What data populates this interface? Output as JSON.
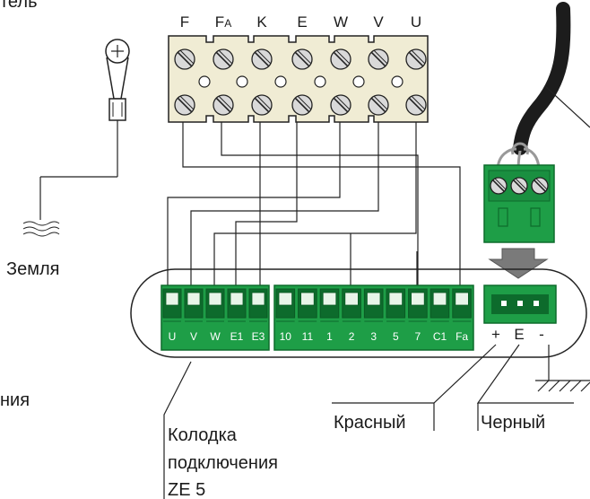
{
  "labels": {
    "top_fragment": "тель",
    "left_fragment": "ния",
    "earth": "Земля",
    "block_line1": "Колодка",
    "block_line2": "подключения",
    "block_line3": "ZE 5",
    "red": "Красный",
    "black": "Черный"
  },
  "top_terminals": [
    "F",
    "FA",
    "K",
    "E",
    "W",
    "V",
    "U"
  ],
  "left_terminal_labels": [
    "U",
    "V",
    "W",
    "E1",
    "E3"
  ],
  "middle_terminal_labels": [
    "10",
    "11",
    "1",
    "2",
    "3",
    "5",
    "7",
    "C1",
    "Fa"
  ],
  "right_plug_labels": [
    "+",
    "E",
    "-"
  ],
  "colors": {
    "terminal_green": "#1e9e47",
    "terminal_dark": "#0d6b2c",
    "beige_block": "#f0ecd4",
    "cable": "#1c1c1c"
  }
}
